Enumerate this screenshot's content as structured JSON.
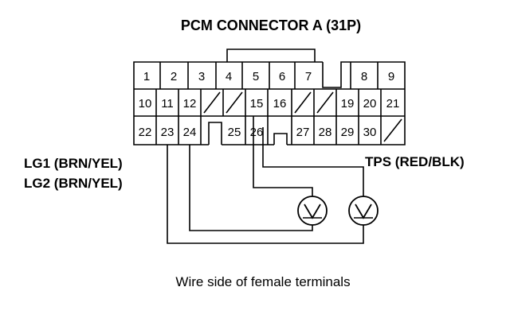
{
  "title": "PCM CONNECTOR A (31P)",
  "labels": {
    "lg1": "LG1 (BRN/YEL)",
    "lg2": "LG2 (BRN/YEL)",
    "tps": "TPS (RED/BLK)"
  },
  "caption": "Wire side of female terminals",
  "terminals": {
    "row1": [
      "1",
      "2",
      "3",
      "4",
      "5",
      "6",
      "7",
      "8",
      "9"
    ],
    "row2": [
      "10",
      "11",
      "12",
      "15",
      "16",
      "19",
      "20",
      "21"
    ],
    "row3": [
      "22",
      "23",
      "24",
      "25",
      "26",
      "27",
      "28",
      "29",
      "30"
    ]
  },
  "colors": {
    "ink": "#000000",
    "paper": "#ffffff"
  }
}
